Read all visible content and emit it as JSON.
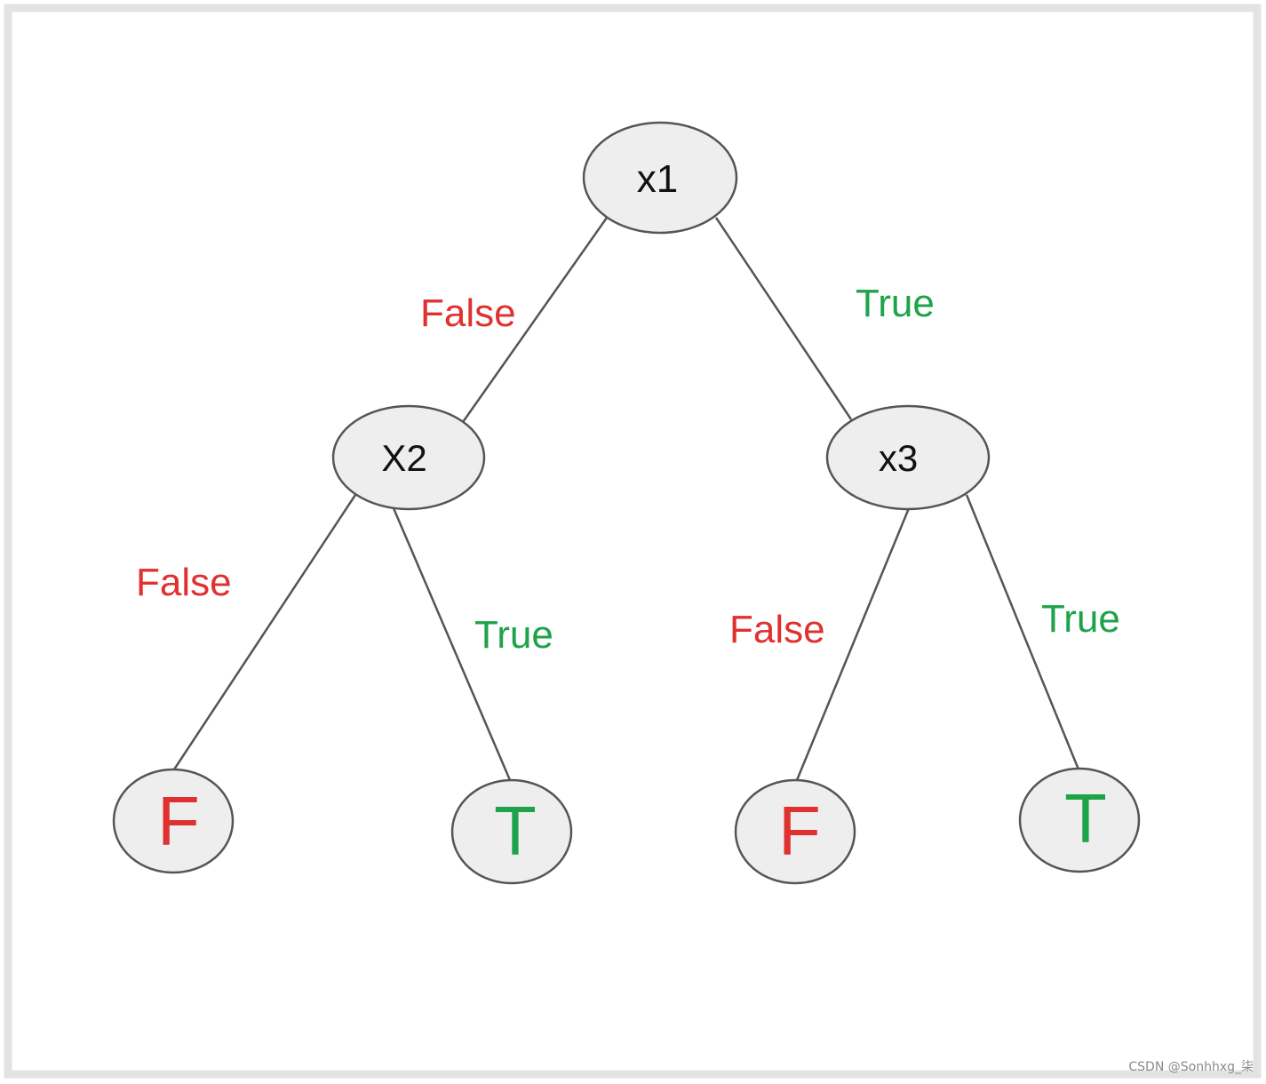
{
  "colors": {
    "frame": "#e3e3e3",
    "node_fill": "#eeeeee",
    "node_stroke": "#555555",
    "edge": "#555555",
    "false_color": "#e03131",
    "true_color": "#1ea34a",
    "node_text": "#111111"
  },
  "nodes": {
    "x1": "x1",
    "x2": "X2",
    "x3": "x3",
    "leaf_1": "F",
    "leaf_2": "T",
    "leaf_3": "F",
    "leaf_4": "T"
  },
  "edges": {
    "x1_false": "False",
    "x1_true": "True",
    "x2_false": "False",
    "x2_true": "True",
    "x3_false": "False",
    "x3_true": "True"
  },
  "watermark": "CSDN @Sonhhxg_柒"
}
